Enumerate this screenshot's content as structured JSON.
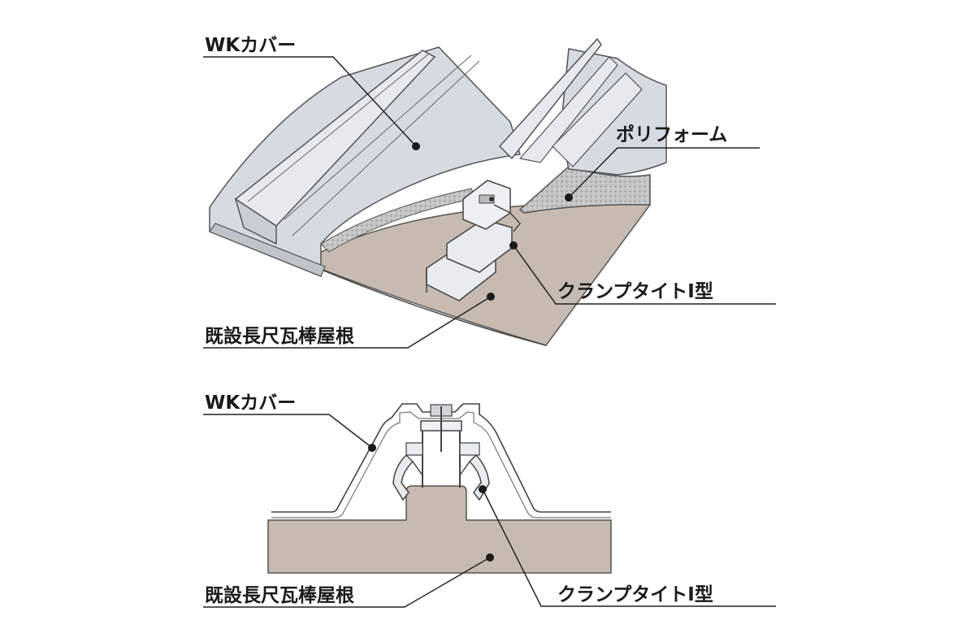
{
  "top_diagram": {
    "labels": {
      "cover": "WKカバー",
      "foam": "ポリフォーム",
      "clamp": "クランプタイトⅠ型",
      "roof": "既設長尺瓦棒屋根"
    }
  },
  "bottom_diagram": {
    "labels": {
      "cover": "WKカバー",
      "clamp": "クランプタイトⅠ型",
      "roof": "既設長尺瓦棒屋根"
    }
  },
  "colors": {
    "cover_fill": "#d6dbe3",
    "roof_fill": "#c7bab0",
    "foam_fill": "#bcbcbc",
    "line": "#333333"
  }
}
